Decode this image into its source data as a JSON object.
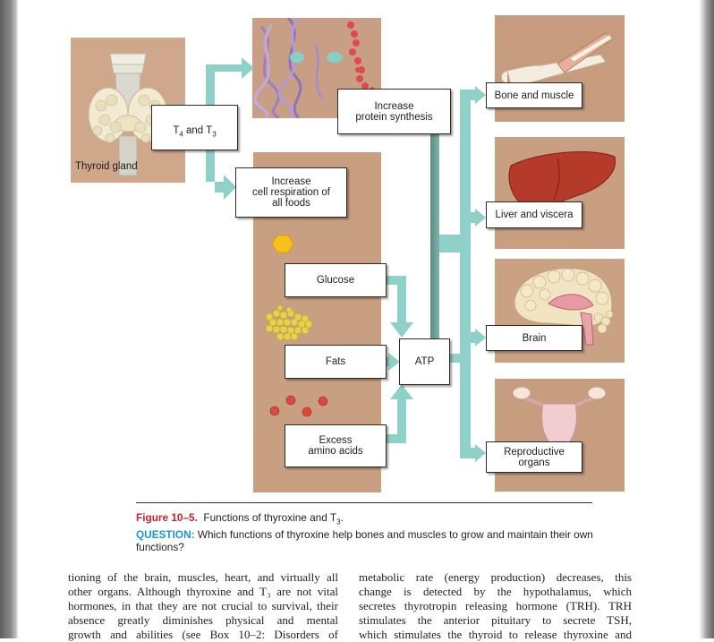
{
  "diagram": {
    "labels": {
      "thyroid_gland": "Thyroid gland",
      "t4_t3_main": "T",
      "t4_sub": "4",
      "t4_t3_and": " and T",
      "t3_sub": "3",
      "protein_synthesis": "Increase\nprotein synthesis",
      "cell_respiration": "Increase\ncell respiration of\nall foods",
      "glucose": "Glucose",
      "fats": "Fats",
      "amino_acids": "Excess\namino acids",
      "atp": "ATP",
      "bone_muscle": "Bone and muscle",
      "liver_viscera": "Liver and viscera",
      "brain": "Brain",
      "reproductive": "Reproductive\norgans"
    },
    "colors": {
      "arrow": "#8fd0c8",
      "arrow_dark": "#5d8f86",
      "panel_tan": "#cba186"
    }
  },
  "caption": {
    "figure_label": "Figure 10–5.",
    "figure_text_pre": "  Functions of thyroxine and T",
    "figure_text_sub": "3",
    "figure_text_post": ".",
    "question_label": "QUESTION:",
    "question_text": " Which functions of thyroxine help bones and muscles to grow and maintain their own functions?"
  },
  "body_text": {
    "left_lines": [
      "tioning of the brain, muscles, heart, and virtually all",
      "other organs. Although thyroxine and T₃ are not vital",
      "hormones, in that they are not crucial to survival, their",
      "absence greatly diminishes physical and mental",
      "growth and abilities (see Box 10–2: Disorders of"
    ],
    "right_lines": [
      "metabolic rate (energy production) decreases, this",
      "change is detected by the hypothalamus, which",
      "secretes thyrotropin releasing hormone (TRH). TRH",
      "stimulates the anterior pituitary to secrete TSH,",
      "which stimulates the thyroid to release thyroxine and"
    ]
  }
}
